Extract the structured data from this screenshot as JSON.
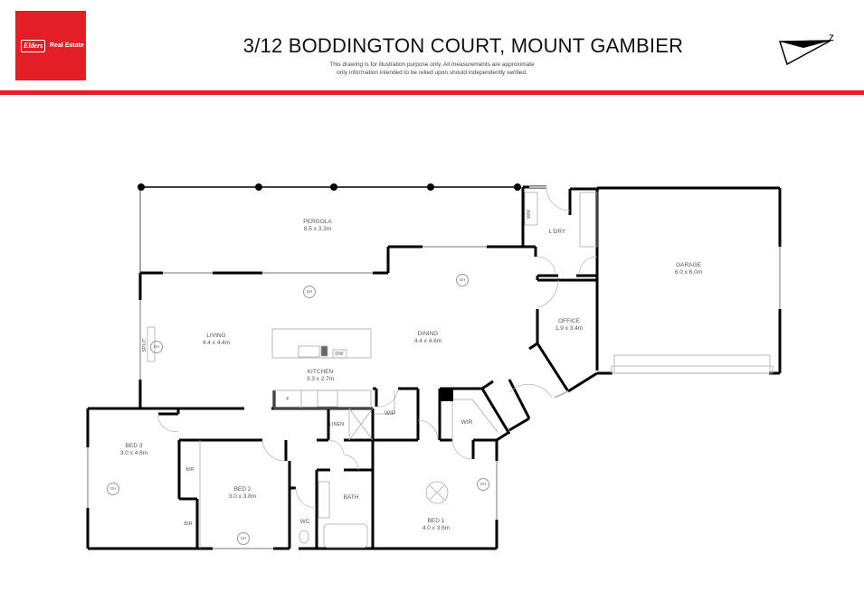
{
  "header": {
    "logo": {
      "brand": "Elders",
      "suffix": "Real Estate",
      "color": "#e41e26"
    },
    "title": "3/12 BODDINGTON COURT, MOUNT GAMBIER",
    "disclaimer_line1": "This drawing is for illustration purpose only. All measurements are approximate",
    "disclaimer_line2": "only information intended to be relied upon should independently verified.",
    "compass_label": "N",
    "accent_color": "#e41e26"
  },
  "rooms": {
    "pergola": {
      "name": "PERGOLA",
      "size": "8.5 x 3.3m"
    },
    "living": {
      "name": "LIVING",
      "size": "4.4 x 4.4m"
    },
    "dining": {
      "name": "DINING",
      "size": "4.4 x 4.6m"
    },
    "kitchen": {
      "name": "KITCHEN",
      "size": "3.3 x 2.7m"
    },
    "laundry": {
      "name": "L'DRY"
    },
    "garage": {
      "name": "GARAGE",
      "size": "6.0 x 6.0m"
    },
    "office": {
      "name": "OFFICE",
      "size": "1.9 x 3.4m"
    },
    "bed3": {
      "name": "BED 3",
      "size": "3.0 x 4.6m"
    },
    "bed2": {
      "name": "BED 2",
      "size": "3.0 x 3.8m"
    },
    "bed1": {
      "name": "BED 1",
      "size": "4.0 x 3.6m"
    },
    "bath": {
      "name": "BATH"
    },
    "wc": {
      "name": "WC"
    },
    "wip": {
      "name": "WIP"
    },
    "wir": {
      "name": "WIR"
    },
    "linen": {
      "name": "LINEN"
    }
  },
  "fixtures": {
    "gh": "GH",
    "split": "SPLIT",
    "dw": "DW",
    "wm": "WM",
    "fridge": "F",
    "bir": "BIR"
  }
}
